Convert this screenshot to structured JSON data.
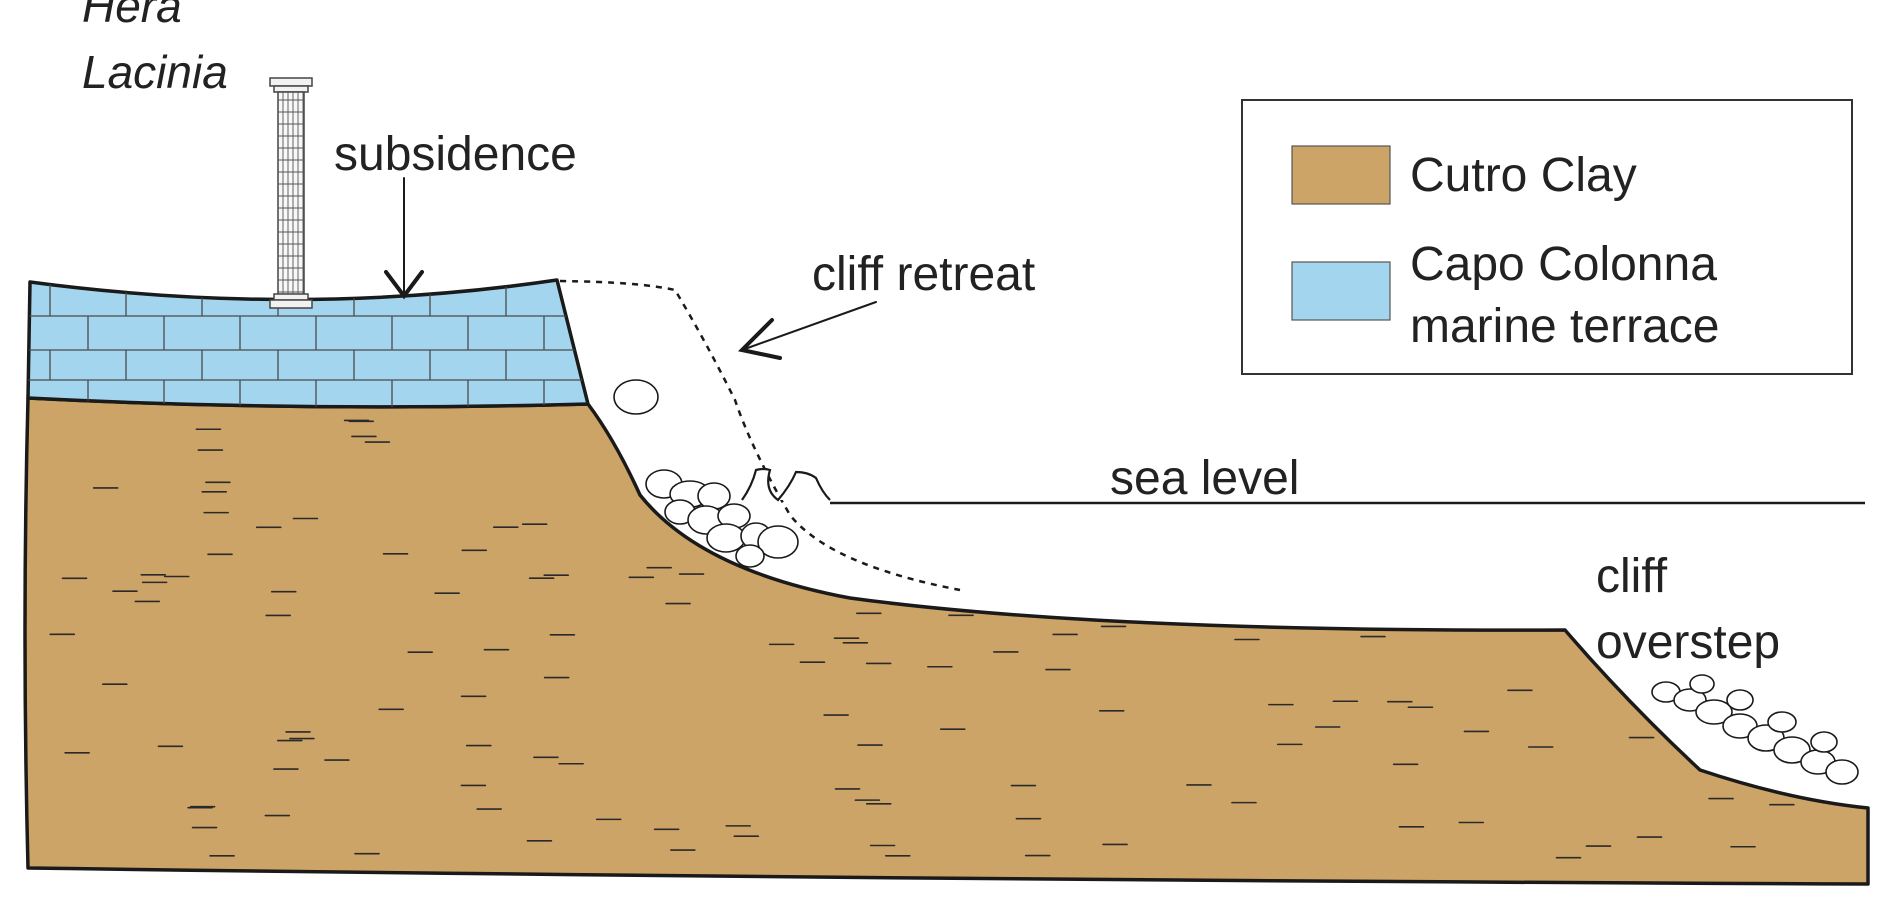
{
  "labels": {
    "temple_line1": "Hera",
    "temple_line2": "Lacinia",
    "subsidence": "subsidence",
    "cliff_retreat": "cliff retreat",
    "sea_level": "sea level",
    "cliff_overstep_line1": "cliff",
    "cliff_overstep_line2": "overstep"
  },
  "legend": {
    "items": [
      {
        "color": "#cda467",
        "lines": [
          "Cutro Clay"
        ]
      },
      {
        "color": "#a3d5ef",
        "lines": [
          "Capo Colonna",
          "marine terrace"
        ]
      }
    ]
  },
  "colors": {
    "clay": "#cda467",
    "terrace": "#a3d5ef",
    "outline": "#1a1a1a",
    "ink": "#222222"
  },
  "icons": {
    "column": "column-icon",
    "subsidence_arrow": "arrow-down-icon",
    "cliff_retreat_arrow": "arrow-icon"
  }
}
